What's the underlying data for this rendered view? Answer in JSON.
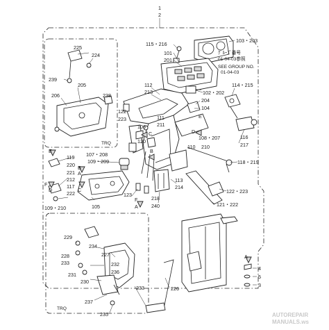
{
  "header": {
    "line1": "1",
    "line2": "2"
  },
  "corner_labels": {
    "trq_upper": "TRQ",
    "trq_lower": "TRQ"
  },
  "group_note": {
    "line1": "ｸﾞﾙｰﾌﾟ番号",
    "line2": "01-04-03参照",
    "line3": "SEE GROUP NO.",
    "line4": "01-04-03"
  },
  "callouts": {
    "c103": "103・203",
    "c115": "115・216",
    "c101": "101",
    "c201": "201",
    "c225": "225",
    "c224": "224",
    "c239": "239",
    "c205": "205",
    "c206": "206",
    "c238": "238",
    "c112": "112",
    "c213": "213",
    "c102": "102・202",
    "c114": "114・215",
    "c204": "204",
    "c104": "104",
    "c122a": "122",
    "c223a": "223",
    "c116": "116",
    "c217": "217",
    "c111": "111",
    "c211": "211",
    "c106": "106",
    "c120": "120",
    "c108": "108・207",
    "c110": "110",
    "c210": "210",
    "c107": "107・208",
    "c119": "119",
    "c220": "220",
    "c109": "109・209",
    "c118": "118・219",
    "c221": "221",
    "c212": "212",
    "c117": "117",
    "c222": "222",
    "c109b": "109・210",
    "c113": "113",
    "c214": "214",
    "c122b": "122・223",
    "c123": "123",
    "c218": "218",
    "c240": "240",
    "c105": "105",
    "c121": "121・222",
    "c229": "229",
    "c228": "228",
    "c234": "234",
    "c233": "233",
    "c227": "227",
    "c232": "232",
    "c236": "236",
    "c231": "231",
    "c230": "230",
    "c226": "226",
    "c237": "237",
    "c235": "235",
    "c233b": "233",
    "c4": "4",
    "c5": "5",
    "c3": "3"
  },
  "markers": {
    "A1": "A",
    "B1": "B",
    "C1": "C",
    "D1": "D",
    "E1": "E",
    "F1": "F",
    "A2": "A",
    "B2": "B",
    "C2": "C",
    "D2": "D",
    "E2": "E",
    "F2": "F",
    "A3": "A"
  },
  "watermark": {
    "line1": "AUTOREPAIR",
    "line2": "MANUALS.ws"
  }
}
